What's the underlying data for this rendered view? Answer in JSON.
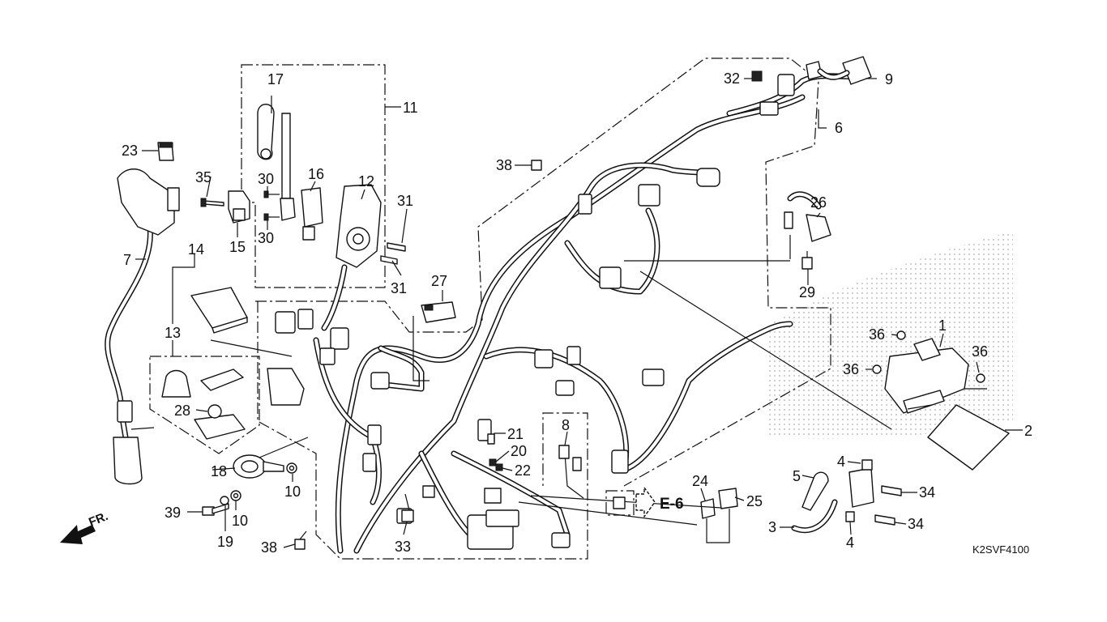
{
  "callouts": [
    "1",
    "2",
    "3",
    "4",
    "4",
    "5",
    "6",
    "7",
    "8",
    "9",
    "10",
    "10",
    "11",
    "12",
    "13",
    "14",
    "15",
    "16",
    "17",
    "18",
    "19",
    "20",
    "21",
    "22",
    "23",
    "24",
    "25",
    "26",
    "27",
    "28",
    "29",
    "30",
    "30",
    "31",
    "31",
    "32",
    "33",
    "34",
    "34",
    "35",
    "36",
    "36",
    "36",
    "38",
    "38",
    "39"
  ],
  "section_ref": "E-6",
  "direction_label": "FR.",
  "diagram_code": "K2SVF4100"
}
